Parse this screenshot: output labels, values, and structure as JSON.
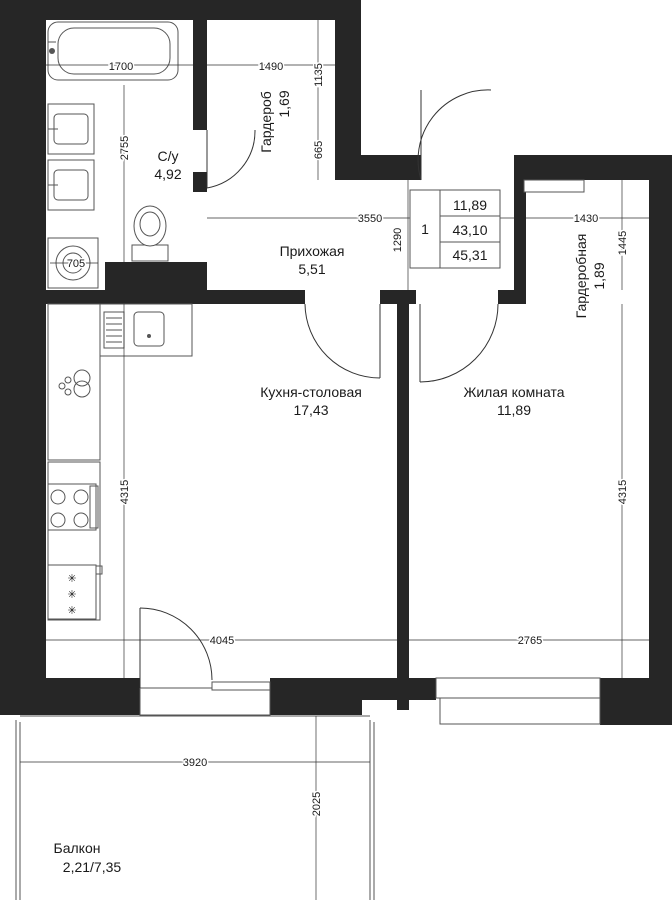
{
  "rooms": {
    "bathroom": {
      "name": "С/у",
      "area": "4,92"
    },
    "wardrobe1": {
      "name": "Гардероб",
      "area": "1,69"
    },
    "hall": {
      "name": "Прихожая",
      "area": "5,51"
    },
    "kitchen": {
      "name": "Кухня-столовая",
      "area": "17,43"
    },
    "living": {
      "name": "Жилая комната",
      "area": "11,89"
    },
    "wardrobe2": {
      "name": "Гардеробная",
      "area": "1,89"
    },
    "balcony": {
      "name": "Балкон",
      "area": "2,21/7,35"
    }
  },
  "summary": {
    "rooms": "1",
    "living_area": "11,89",
    "total_area": "43,10",
    "total_with_balcony": "45,31"
  },
  "dims": {
    "bath_w": "1700",
    "wardrobe_w": "1490",
    "wardrobe_h1": "1135",
    "wardrobe_h2": "665",
    "bath_h": "2755",
    "hall_w": "3550",
    "hall_h": "1290",
    "wardrobe2_w": "1430",
    "wardrobe2_h": "1445",
    "washer": "705",
    "kitchen_w": "4045",
    "kitchen_h": "4315",
    "living_w": "2765",
    "living_h": "4315",
    "balcony_w": "3920",
    "balcony_h": "2025"
  }
}
